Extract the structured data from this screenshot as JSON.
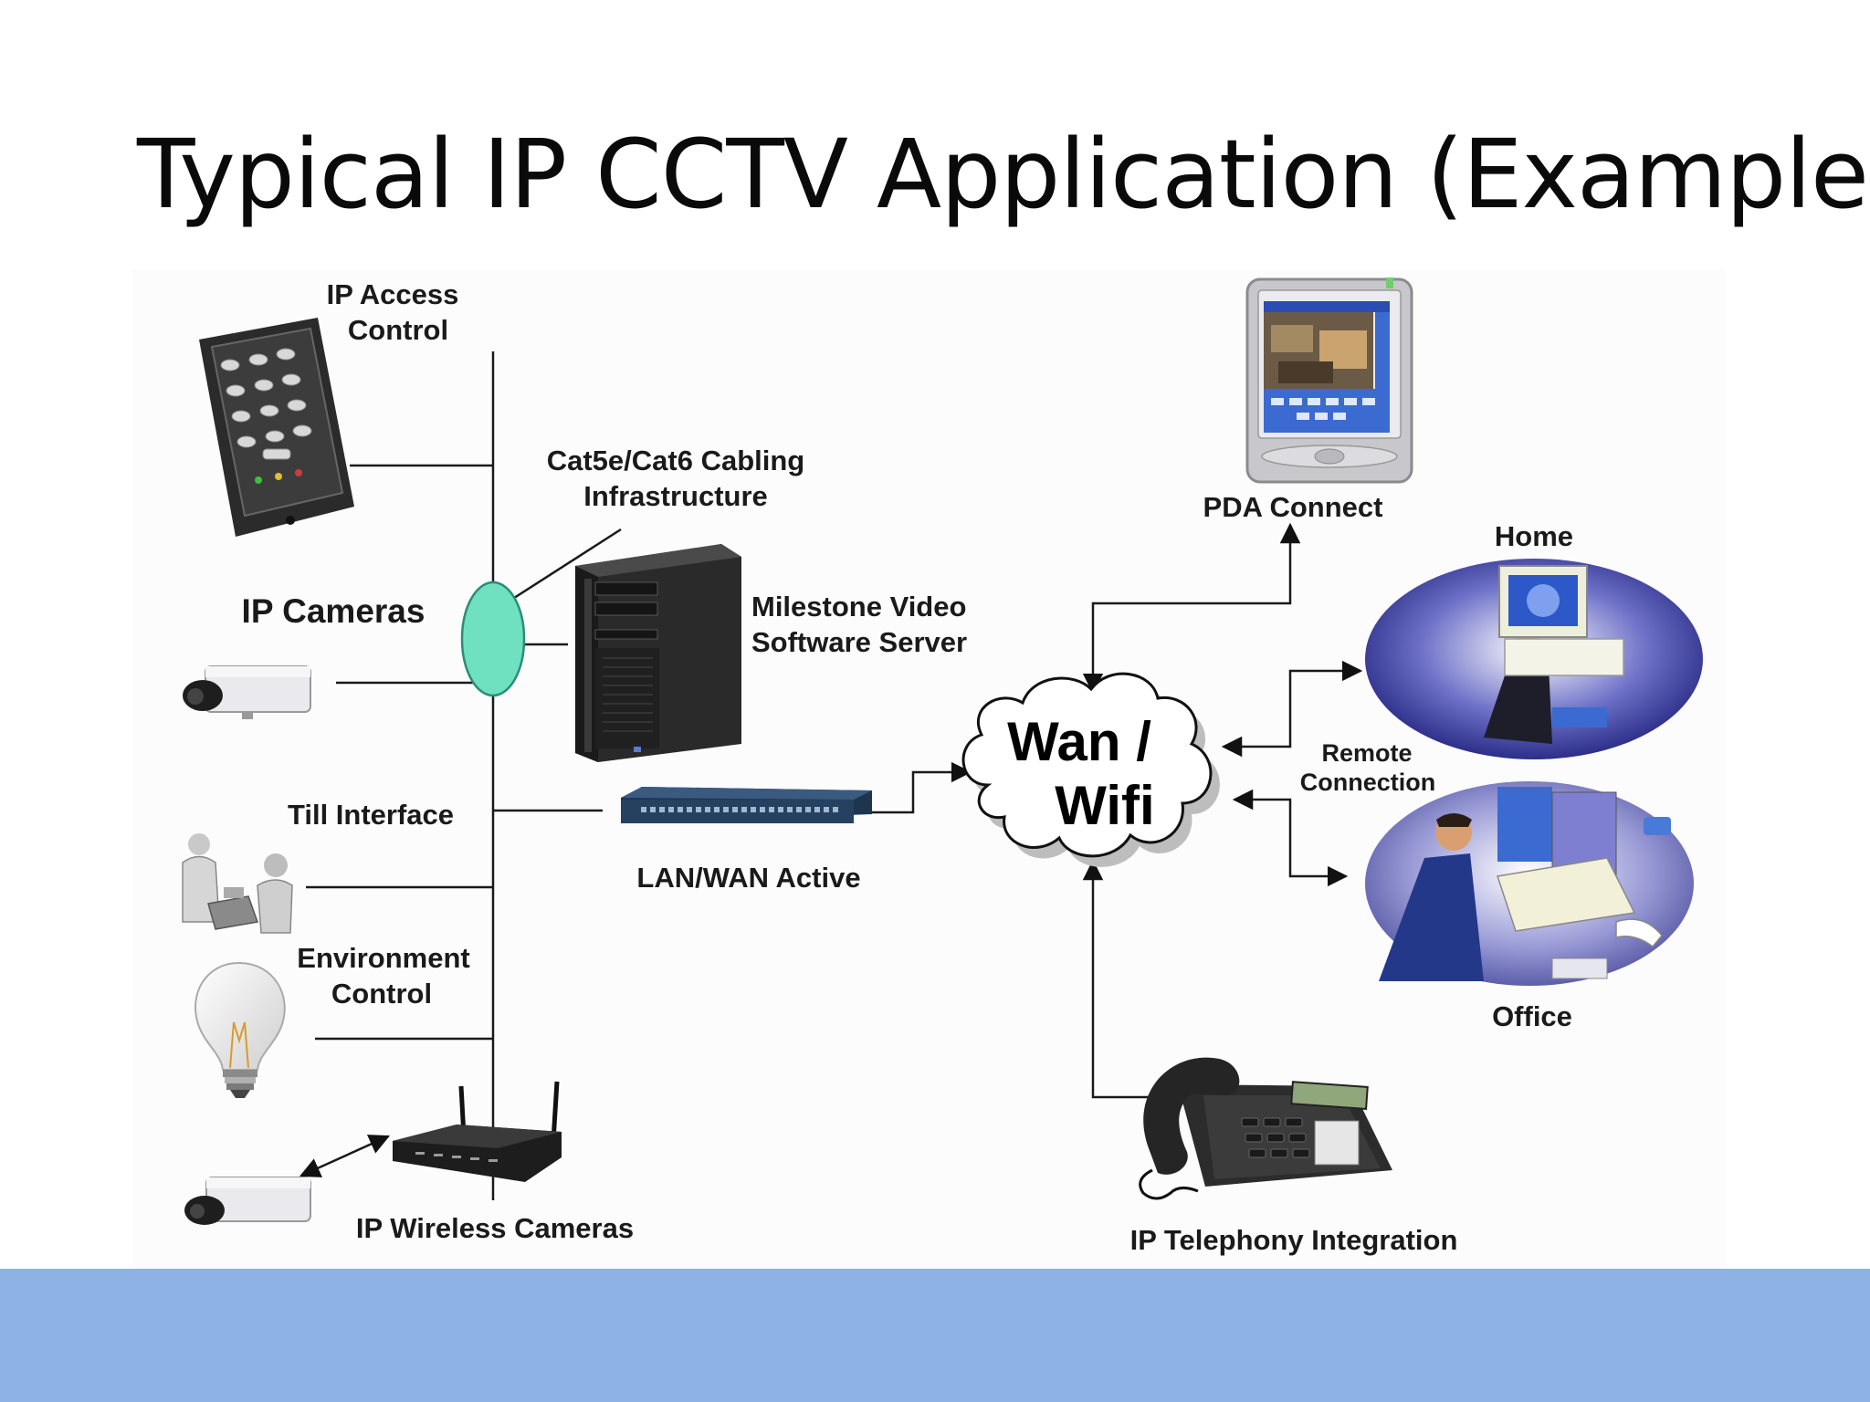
{
  "slide": {
    "title": "Typical IP CCTV Application (Example)"
  },
  "labels": {
    "ip_access_control_1": "IP Access",
    "ip_access_control_2": "Control",
    "cabling_1": "Cat5e/Cat6 Cabling",
    "cabling_2": "Infrastructure",
    "ip_cameras": "IP Cameras",
    "server_1": "Milestone Video",
    "server_2": "Software Server",
    "till_interface": "Till Interface",
    "lan_wan_active": "LAN/WAN Active",
    "environment_1": "Environment",
    "environment_2": "Control",
    "ip_wireless_cameras": "IP Wireless Cameras",
    "pda_connect": "PDA Connect",
    "home": "Home",
    "remote_1": "Remote",
    "remote_2": "Connection",
    "office": "Office",
    "wan_1": "Wan /",
    "wan_2": "Wifi",
    "ip_telephony": "IP Telephony Integration"
  },
  "icons": {
    "keypad": "keypad-icon",
    "camera": "ip-camera-icon",
    "server": "server-tower-icon",
    "switch": "network-switch-icon",
    "till": "till-people-icon",
    "bulb": "light-bulb-icon",
    "router": "wireless-router-icon",
    "pda": "pda-device-icon",
    "cloud": "cloud-icon",
    "phone": "desk-phone-icon"
  },
  "colors": {
    "footer_band": "#8eb2e4",
    "cabling_oval": "#6fe0c0",
    "line": "#1a1a1a"
  }
}
